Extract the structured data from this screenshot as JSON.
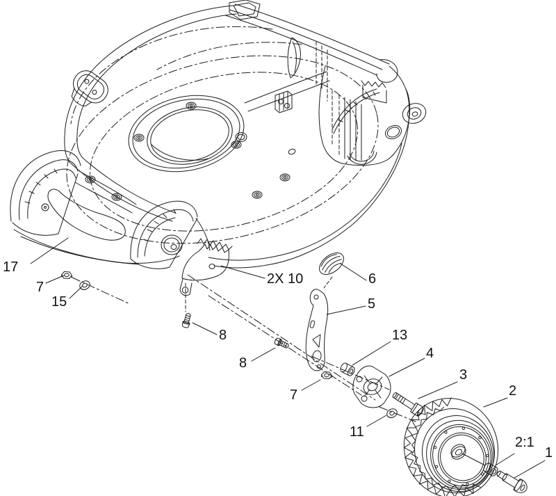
{
  "diagram": {
    "type": "exploded-parts-diagram",
    "background": "#ffffff",
    "line_color": "#1c1c1c",
    "label_color": "#111111",
    "callouts": [
      {
        "label": "17"
      },
      {
        "label": "7"
      },
      {
        "label": "15"
      },
      {
        "label": "8"
      },
      {
        "label": "2X 10"
      },
      {
        "label": "8"
      },
      {
        "label": "6"
      },
      {
        "label": "5"
      },
      {
        "label": "13"
      },
      {
        "label": "4"
      },
      {
        "label": "7"
      },
      {
        "label": "11"
      },
      {
        "label": "3"
      },
      {
        "label": "2"
      },
      {
        "label": "2:1"
      },
      {
        "label": "1"
      }
    ]
  }
}
